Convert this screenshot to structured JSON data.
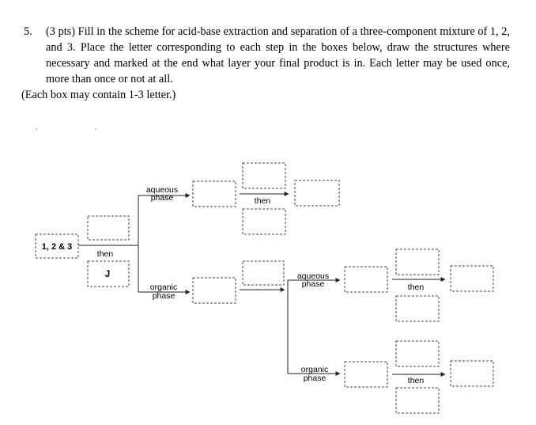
{
  "question": {
    "number": "5.",
    "text": "(3 pts) Fill in the scheme for acid-base extraction and separation of a three-component mixture of 1, 2, and 3. Place the letter corresponding to each step in the boxes below, draw the structures where necessary and marked at the end what layer your final product is in. Each letter may be used once, more than once or not at all.",
    "note": "(Each box may contain 1-3 letter.)"
  },
  "scheme": {
    "start_label": "1, 2 & 3",
    "first_step_then": "then",
    "first_step_letter": "J",
    "branch_top": {
      "line1": "aqueous",
      "line2": "phase",
      "then": "then"
    },
    "branch_bottom": {
      "line1": "organic",
      "line2": "phase"
    },
    "sub_aqueous": {
      "line1": "aqueous",
      "line2": "phase",
      "then": "then"
    },
    "sub_organic": {
      "line1": "organic",
      "line2": "phase",
      "then": "then"
    }
  }
}
